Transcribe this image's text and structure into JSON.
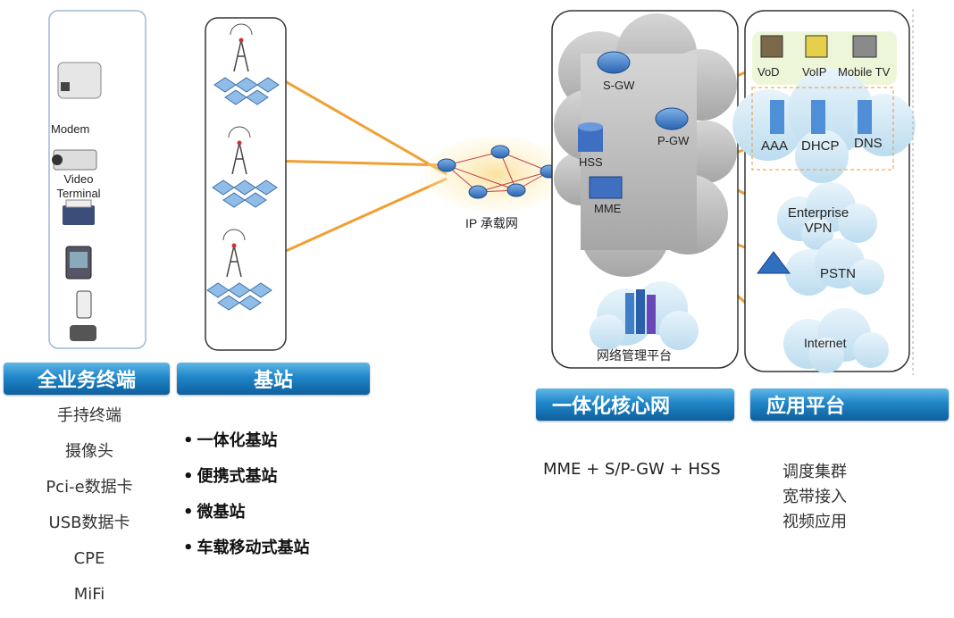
{
  "terminals": {
    "device_labels": {
      "modem": "Modem",
      "video_terminal": "Video Terminal"
    },
    "banner": "全业务终端",
    "items": [
      "手持终端",
      "摄像头",
      "Pci-e数据卡",
      "USB数据卡",
      "CPE",
      "MiFi"
    ]
  },
  "base_station": {
    "banner": "基站",
    "items": [
      "一体化基站",
      "便携式基站",
      "微基站",
      "车载移动式基站"
    ]
  },
  "ip_network": {
    "label": "IP 承载网"
  },
  "core": {
    "nodes": {
      "sgw": "S-GW",
      "pgw": "P-GW",
      "hss": "HSS",
      "mme": "MME"
    },
    "nms_label": "网络管理平台",
    "banner": "一体化核心网",
    "formula": "MME + S/P-GW + HSS"
  },
  "app_platform": {
    "services": {
      "vod": "VoD",
      "voip": "VoIP",
      "mobile_tv": "Mobile TV"
    },
    "servers": {
      "aaa": "AAA",
      "dhcp": "DHCP",
      "dns": "DNS"
    },
    "clouds": {
      "vpn": "Enterprise VPN",
      "pstn": "PSTN",
      "internet": "Internet"
    },
    "banner": "应用平台",
    "items": [
      "调度集群",
      "宽带接入",
      "视频应用"
    ]
  },
  "colors": {
    "link": "#f0a030",
    "banner_top": "#5fb6e6",
    "banner_bottom": "#0f5f9e",
    "cloud": "#b8b8b8",
    "node_blue": "#3f7fc8"
  }
}
